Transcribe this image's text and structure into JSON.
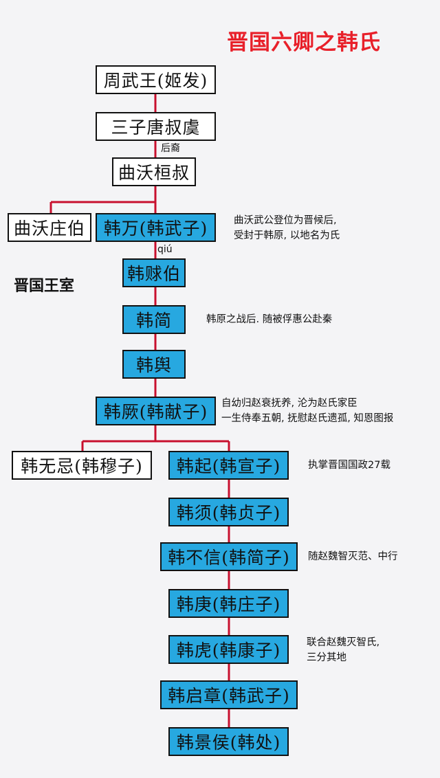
{
  "title": "晋国六卿之韩氏",
  "side_label": "晋国王室",
  "link_labels": {
    "descendant": "后裔",
    "pinyin": "qiú"
  },
  "nodes": [
    {
      "id": "zhouwuwang",
      "label": "周武王(姬发)",
      "style": "white"
    },
    {
      "id": "tangshuyu",
      "label": "三子唐叔虞",
      "style": "white"
    },
    {
      "id": "quwohuanshu",
      "label": "曲沃桓叔",
      "style": "white"
    },
    {
      "id": "quwozhuangbo",
      "label": "曲沃庄伯",
      "style": "white"
    },
    {
      "id": "hanwan",
      "label": "韩万(韩武子)",
      "style": "blue"
    },
    {
      "id": "hanqiubo",
      "label": "韩赇伯",
      "style": "blue"
    },
    {
      "id": "hanjian",
      "label": "韩简",
      "style": "blue"
    },
    {
      "id": "hanyu",
      "label": "韩舆",
      "style": "blue"
    },
    {
      "id": "hanjue",
      "label": "韩厥(韩献子)",
      "style": "blue"
    },
    {
      "id": "hanwuji",
      "label": "韩无忌(韩穆子)",
      "style": "white"
    },
    {
      "id": "hanqi",
      "label": "韩起(韩宣子)",
      "style": "blue"
    },
    {
      "id": "hanxu",
      "label": "韩须(韩贞子)",
      "style": "blue"
    },
    {
      "id": "hanbuxin",
      "label": "韩不信(韩简子)",
      "style": "blue"
    },
    {
      "id": "hangeng",
      "label": "韩庚(韩庄子)",
      "style": "blue"
    },
    {
      "id": "hanhu",
      "label": "韩虎(韩康子)",
      "style": "blue"
    },
    {
      "id": "hanqizhang",
      "label": "韩启章(韩武子)",
      "style": "blue"
    },
    {
      "id": "hanjinghou",
      "label": "韩景侯(韩处)",
      "style": "blue"
    }
  ],
  "notes": {
    "hanwan": [
      "曲沃武公登位为晋候后,",
      "受封于韩原, 以地名为氏"
    ],
    "hanjian": [
      "韩原之战后. 随被俘惠公赴秦"
    ],
    "hanjue": [
      "自幼归赵衰抚养, 沦为赵氏家臣",
      "一生侍奉五朝, 抚慰赵氏遗孤, 知恩图报"
    ],
    "hanqi": [
      "执掌晋国国政27载"
    ],
    "hanbuxin": [
      "随赵魏智灭范、中行"
    ],
    "hanhu": [
      "联合赵魏灭智氏,",
      "三分其地"
    ]
  },
  "colors": {
    "title": "#e8202a",
    "connector": "#c8102e",
    "blue_box": "#27a8e0",
    "white_box": "#ffffff",
    "border": "#111111"
  }
}
